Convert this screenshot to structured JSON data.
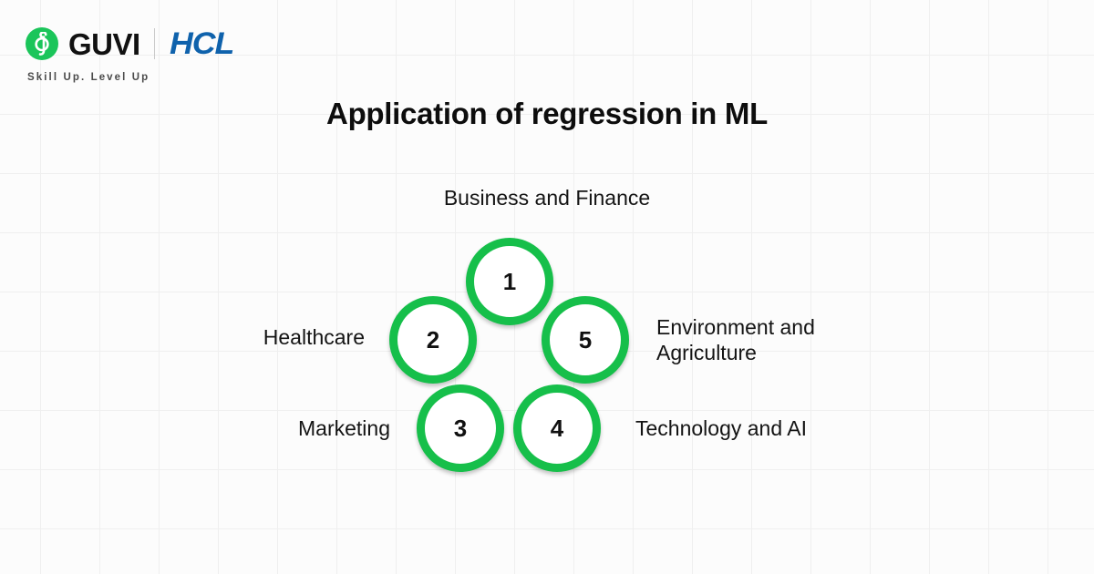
{
  "brand": {
    "logo_icon": "guvi-g-mark-icon",
    "name": "GUVI",
    "partner": "HCL",
    "tagline": "Skill Up. Level Up",
    "green": "#1bc55a",
    "blue": "#0f62ac"
  },
  "title": "Application of regression in ML",
  "diagram": {
    "type": "pentagon-cluster",
    "accent_color": "#16bf4a",
    "nodes": [
      {
        "number": "1",
        "label": "Business and Finance"
      },
      {
        "number": "2",
        "label": "Healthcare"
      },
      {
        "number": "3",
        "label": "Marketing"
      },
      {
        "number": "4",
        "label": "Technology and AI"
      },
      {
        "number": "5",
        "label": "Environment and Agriculture"
      }
    ]
  }
}
